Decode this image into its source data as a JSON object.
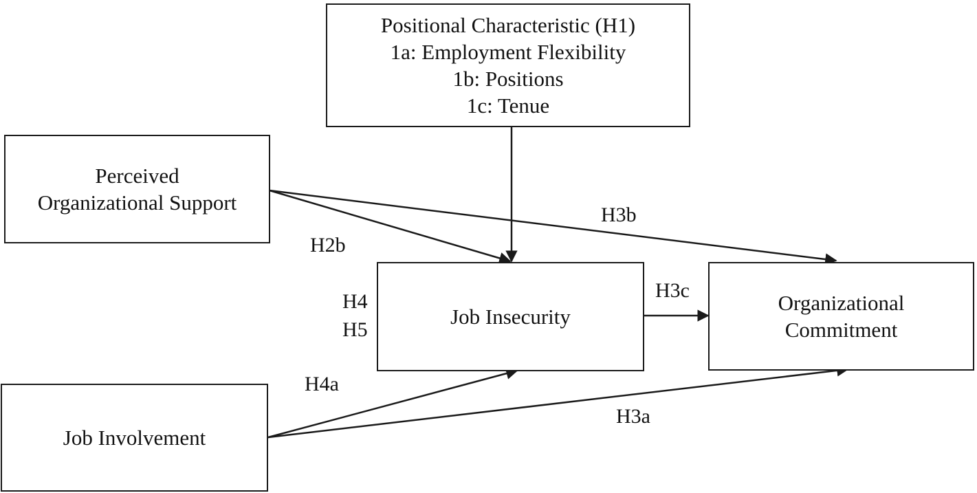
{
  "nodes": {
    "positional": {
      "lines": [
        "Positional Characteristic (H1)",
        "1a: Employment Flexibility",
        "1b: Positions",
        "1c: Tenue"
      ]
    },
    "support": {
      "lines": [
        "Perceived",
        "Organizational Support"
      ]
    },
    "insecurity": {
      "lines": [
        "Job Insecurity"
      ]
    },
    "commitment": {
      "lines": [
        "Organizational",
        "Commitment"
      ]
    },
    "involvement": {
      "lines": [
        "Job Involvement"
      ]
    }
  },
  "edges": [
    {
      "from": "positional",
      "to": "insecurity",
      "label": ""
    },
    {
      "from": "support",
      "to": "insecurity",
      "label": "H2b"
    },
    {
      "from": "support",
      "to": "commitment",
      "label": "H3b"
    },
    {
      "from": "insecurity",
      "to": "commitment",
      "label": "H3c"
    },
    {
      "from": "involvement",
      "to": "insecurity",
      "label": "H4a"
    },
    {
      "from": "involvement",
      "to": "commitment",
      "label": "H3a"
    }
  ],
  "labels": {
    "h2b": "H2b",
    "h3b": "H3b",
    "h3c": "H3c",
    "h4a": "H4a",
    "h3a": "H3a",
    "h4": "H4",
    "h5": "H5"
  },
  "colors": {
    "stroke": "#1a1a1a",
    "text": "#111111",
    "background": "#ffffff"
  }
}
